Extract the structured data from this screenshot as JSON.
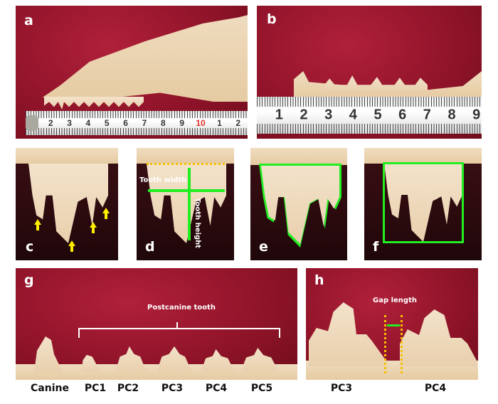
{
  "figure": {
    "panels": [
      {
        "id": "a",
        "label": "a",
        "description": "Skull lateral view with measuring tape"
      },
      {
        "id": "b",
        "label": "b",
        "description": "Lower jaw with ruler"
      },
      {
        "id": "c",
        "label": "c",
        "description": "Tooth with cusp tips marked by yellow arrows"
      },
      {
        "id": "d",
        "label": "d",
        "description": "Tooth width and tooth height measurements"
      },
      {
        "id": "e",
        "label": "e",
        "description": "Tooth outline traced in green"
      },
      {
        "id": "f",
        "label": "f",
        "description": "Tooth bounding box in green"
      },
      {
        "id": "g",
        "label": "g",
        "description": "Canine and postcanine teeth PC1-PC5"
      },
      {
        "id": "h",
        "label": "h",
        "description": "Gap length between PC3 and PC4"
      }
    ],
    "panel_a": {
      "tape_numbers": [
        "2",
        "3",
        "4",
        "5",
        "6",
        "7",
        "8",
        "9",
        "10",
        "1",
        "2"
      ],
      "tape_highlight": "10",
      "tape_highlight_color": "#e0302a"
    },
    "panel_b": {
      "ruler_numbers": [
        "1",
        "2",
        "3",
        "4",
        "5",
        "6",
        "7",
        "8",
        "9"
      ]
    },
    "panel_d": {
      "width_label": "Tooth width",
      "height_label": "Tooth height"
    },
    "panel_g": {
      "bracket_label": "Postcanine tooth",
      "captions": [
        "Canine",
        "PC1",
        "PC2",
        "PC3",
        "PC4",
        "PC5"
      ]
    },
    "panel_h": {
      "gap_label": "Gap length",
      "captions": [
        "PC3",
        "PC4"
      ]
    },
    "colors": {
      "background_red": "#8e1328",
      "annotation_green": "#22ee22",
      "arrow_yellow": "#ffee00",
      "dotted_orange": "#f5c000"
    }
  }
}
